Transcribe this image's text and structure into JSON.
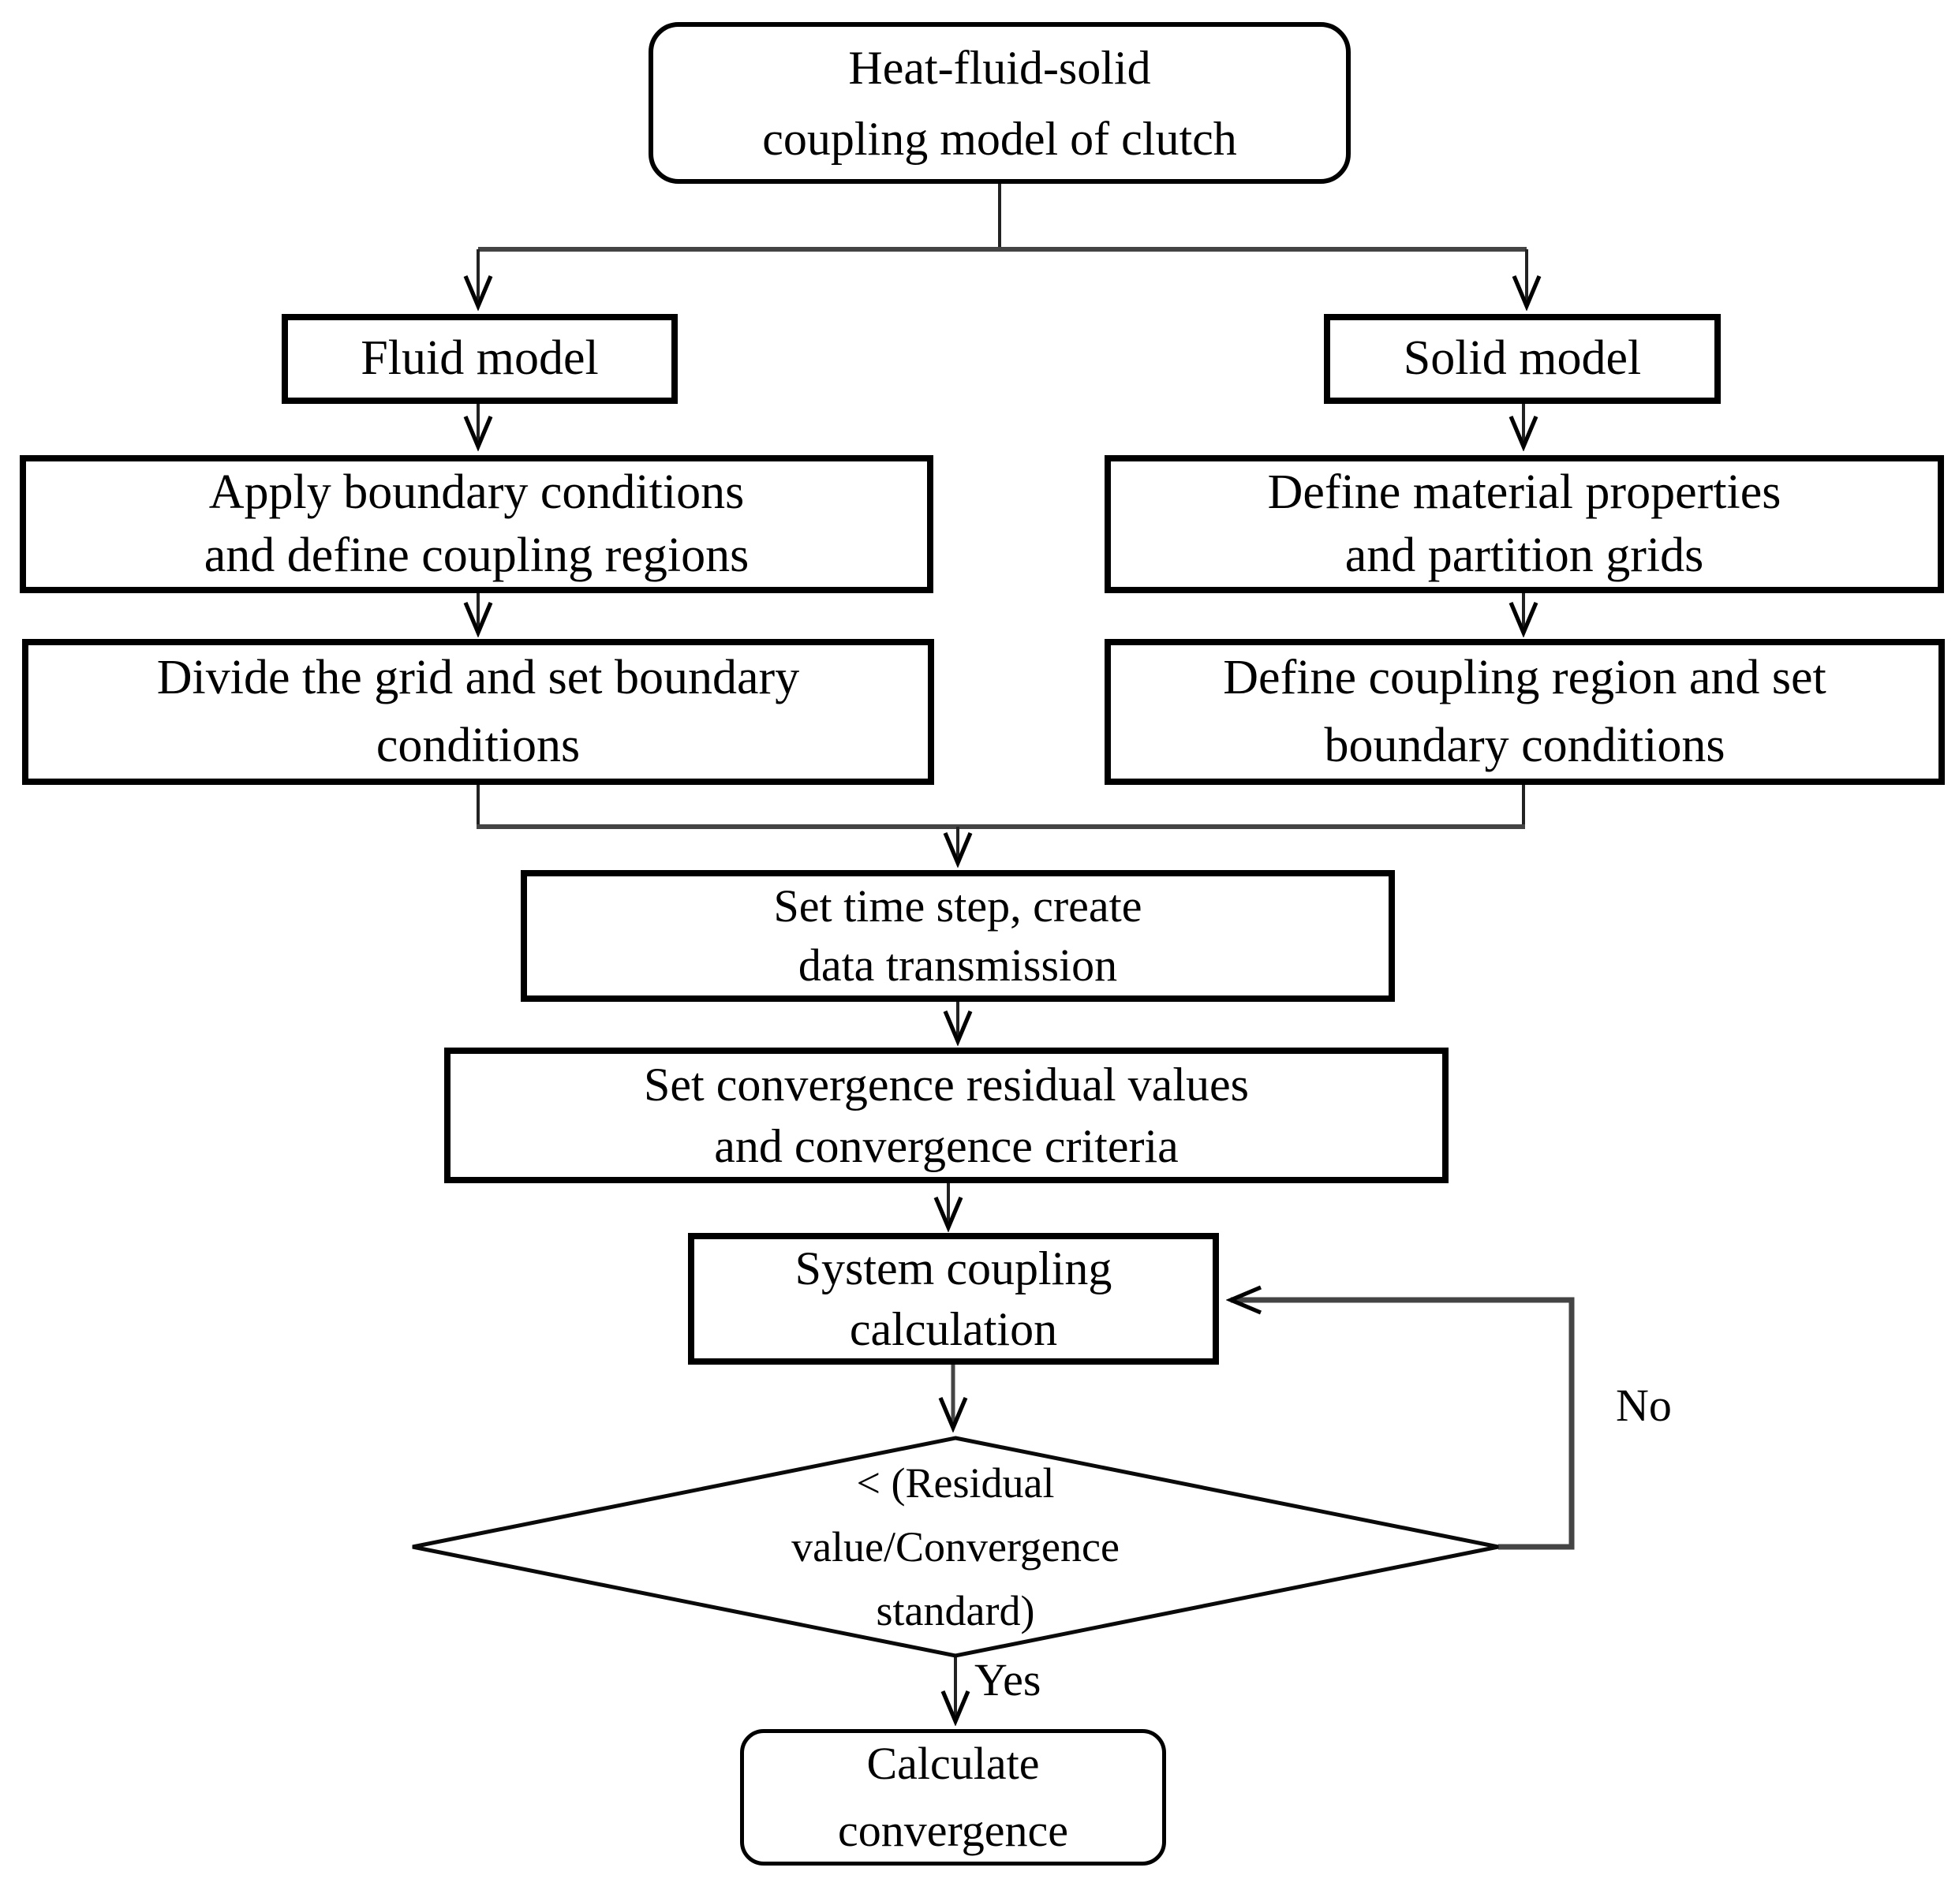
{
  "diagram": {
    "title_hint": "Heat-fluid-solid coupling calculation flowchart",
    "background_color": "#ffffff",
    "line_color": "#444444",
    "border_color": "#000000",
    "nodes": {
      "start": {
        "label": "Heat-fluid-solid\ncoupling model of clutch",
        "shape": "rounded-rect"
      },
      "fluid_model": {
        "label": "Fluid model",
        "shape": "rect"
      },
      "solid_model": {
        "label": "Solid model",
        "shape": "rect"
      },
      "apply_boundary": {
        "label": "Apply boundary conditions\nand define coupling regions",
        "shape": "rect"
      },
      "define_material": {
        "label": "Define material properties\nand partition grids",
        "shape": "rect"
      },
      "divide_grid": {
        "label": "Divide the grid and set boundary\nconditions",
        "shape": "rect"
      },
      "define_coupling": {
        "label": "Define coupling region and set\nboundary conditions",
        "shape": "rect"
      },
      "set_time_step": {
        "label": "Set time step, create\ndata transmission",
        "shape": "rect"
      },
      "set_convergence": {
        "label": "Set convergence residual values\nand convergence criteria",
        "shape": "rect"
      },
      "system_coupling": {
        "label": "System coupling\ncalculation",
        "shape": "rect"
      },
      "decision": {
        "label": "< (Residual\nvalue/Convergence\nstandard)",
        "shape": "diamond"
      },
      "calculate_convergence": {
        "label": "Calculate\nconvergence",
        "shape": "rounded-rect"
      }
    },
    "edge_labels": {
      "yes": "Yes",
      "no": "No"
    }
  }
}
